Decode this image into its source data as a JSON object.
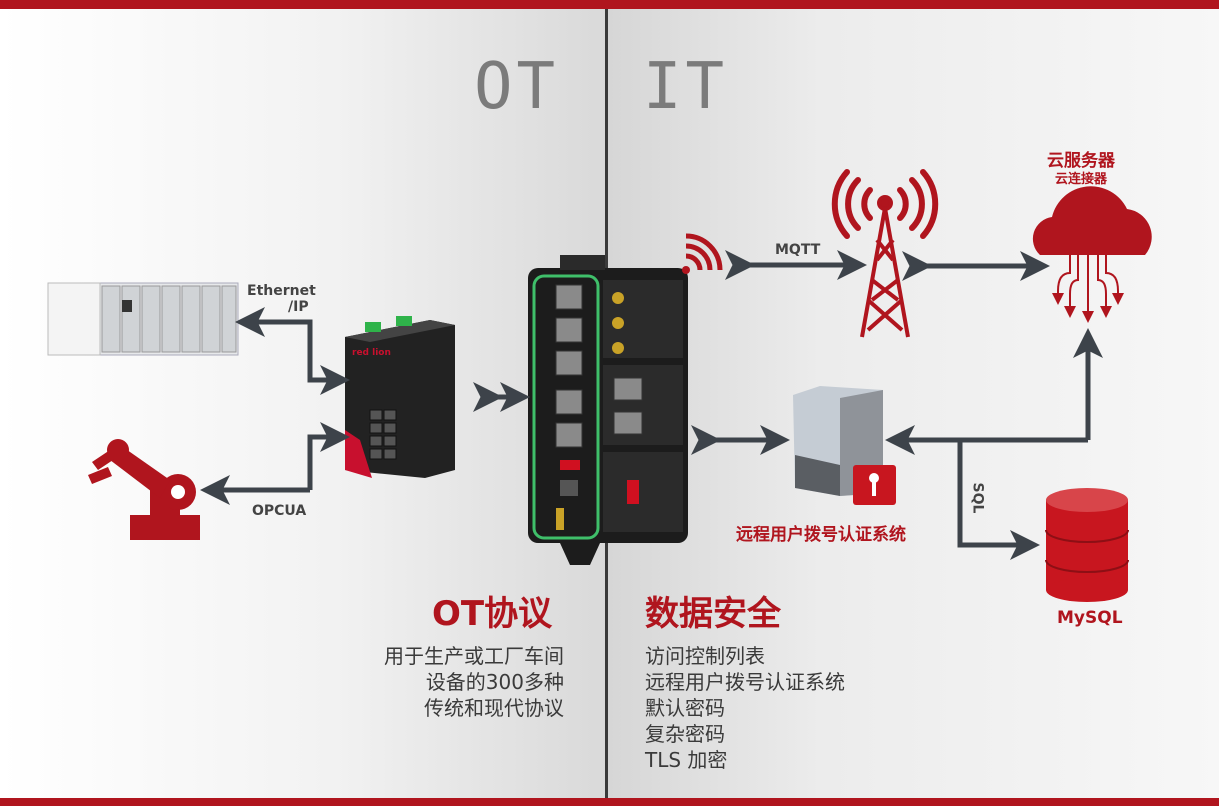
{
  "zones": {
    "ot": "OT",
    "it": "IT"
  },
  "labels": {
    "ethernet_ip_1": "Ethernet",
    "ethernet_ip_2": "/IP",
    "opcua": "OPCUA",
    "mqtt": "MQTT",
    "sql": "SQL",
    "cloud_title": "云服务器",
    "cloud_sub": "云连接器",
    "radius": "远程用户拨号认证系统",
    "mysql": "MySQL",
    "switch_brand": "red lion"
  },
  "ot_section": {
    "title": "OT协议",
    "lines": [
      "用于生产或工厂车间",
      "设备的300多种",
      "传统和现代协议"
    ]
  },
  "it_section": {
    "title": "数据安全",
    "lines": [
      "访问控制列表",
      "远程用户拨号认证系统",
      "默认密码",
      "复杂密码",
      "TLS 加密"
    ]
  },
  "colors": {
    "brand_red": "#b0151e",
    "arrow": "#3d434a",
    "zone_text": "#7b7b7b"
  }
}
